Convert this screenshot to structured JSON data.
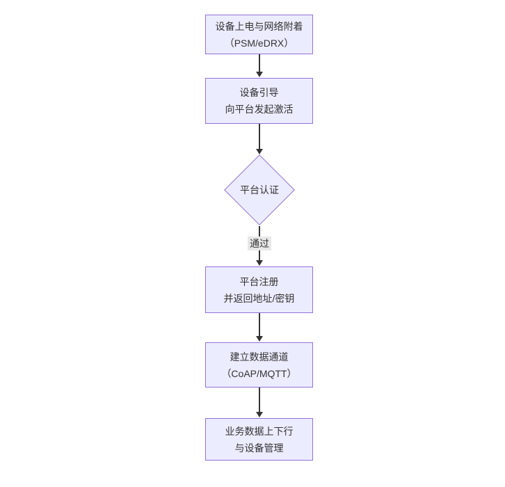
{
  "diagram": {
    "type": "flowchart",
    "direction": "top-down",
    "background": "#ffffff",
    "colors": {
      "node_fill": "#ECECFF",
      "node_border": "#9370DB",
      "node_text": "#333333",
      "arrow": "#333333",
      "edge_label_bg": "#e8e8e8",
      "edge_label_text": "#333333"
    },
    "nodes": [
      {
        "id": "power-attach",
        "shape": "rect",
        "lines": [
          "设备上电与网络附着",
          "（PSM/eDRX）"
        ]
      },
      {
        "id": "bootstrap",
        "shape": "rect",
        "lines": [
          "设备引导",
          "向平台发起激活"
        ]
      },
      {
        "id": "platform-auth",
        "shape": "diamond",
        "lines": [
          "平台认证"
        ]
      },
      {
        "id": "platform-register",
        "shape": "rect",
        "lines": [
          "平台注册",
          "并返回地址/密钥"
        ]
      },
      {
        "id": "data-channel",
        "shape": "rect",
        "lines": [
          "建立数据通道",
          "（CoAP/MQTT）"
        ]
      },
      {
        "id": "business-data",
        "shape": "rect",
        "lines": [
          "业务数据上下行",
          "与设备管理"
        ]
      }
    ],
    "edges": [
      {
        "from": "power-attach",
        "to": "bootstrap",
        "label": ""
      },
      {
        "from": "bootstrap",
        "to": "platform-auth",
        "label": ""
      },
      {
        "from": "platform-auth",
        "to": "platform-register",
        "label": "通过"
      },
      {
        "from": "platform-register",
        "to": "data-channel",
        "label": ""
      },
      {
        "from": "data-channel",
        "to": "business-data",
        "label": ""
      }
    ]
  }
}
